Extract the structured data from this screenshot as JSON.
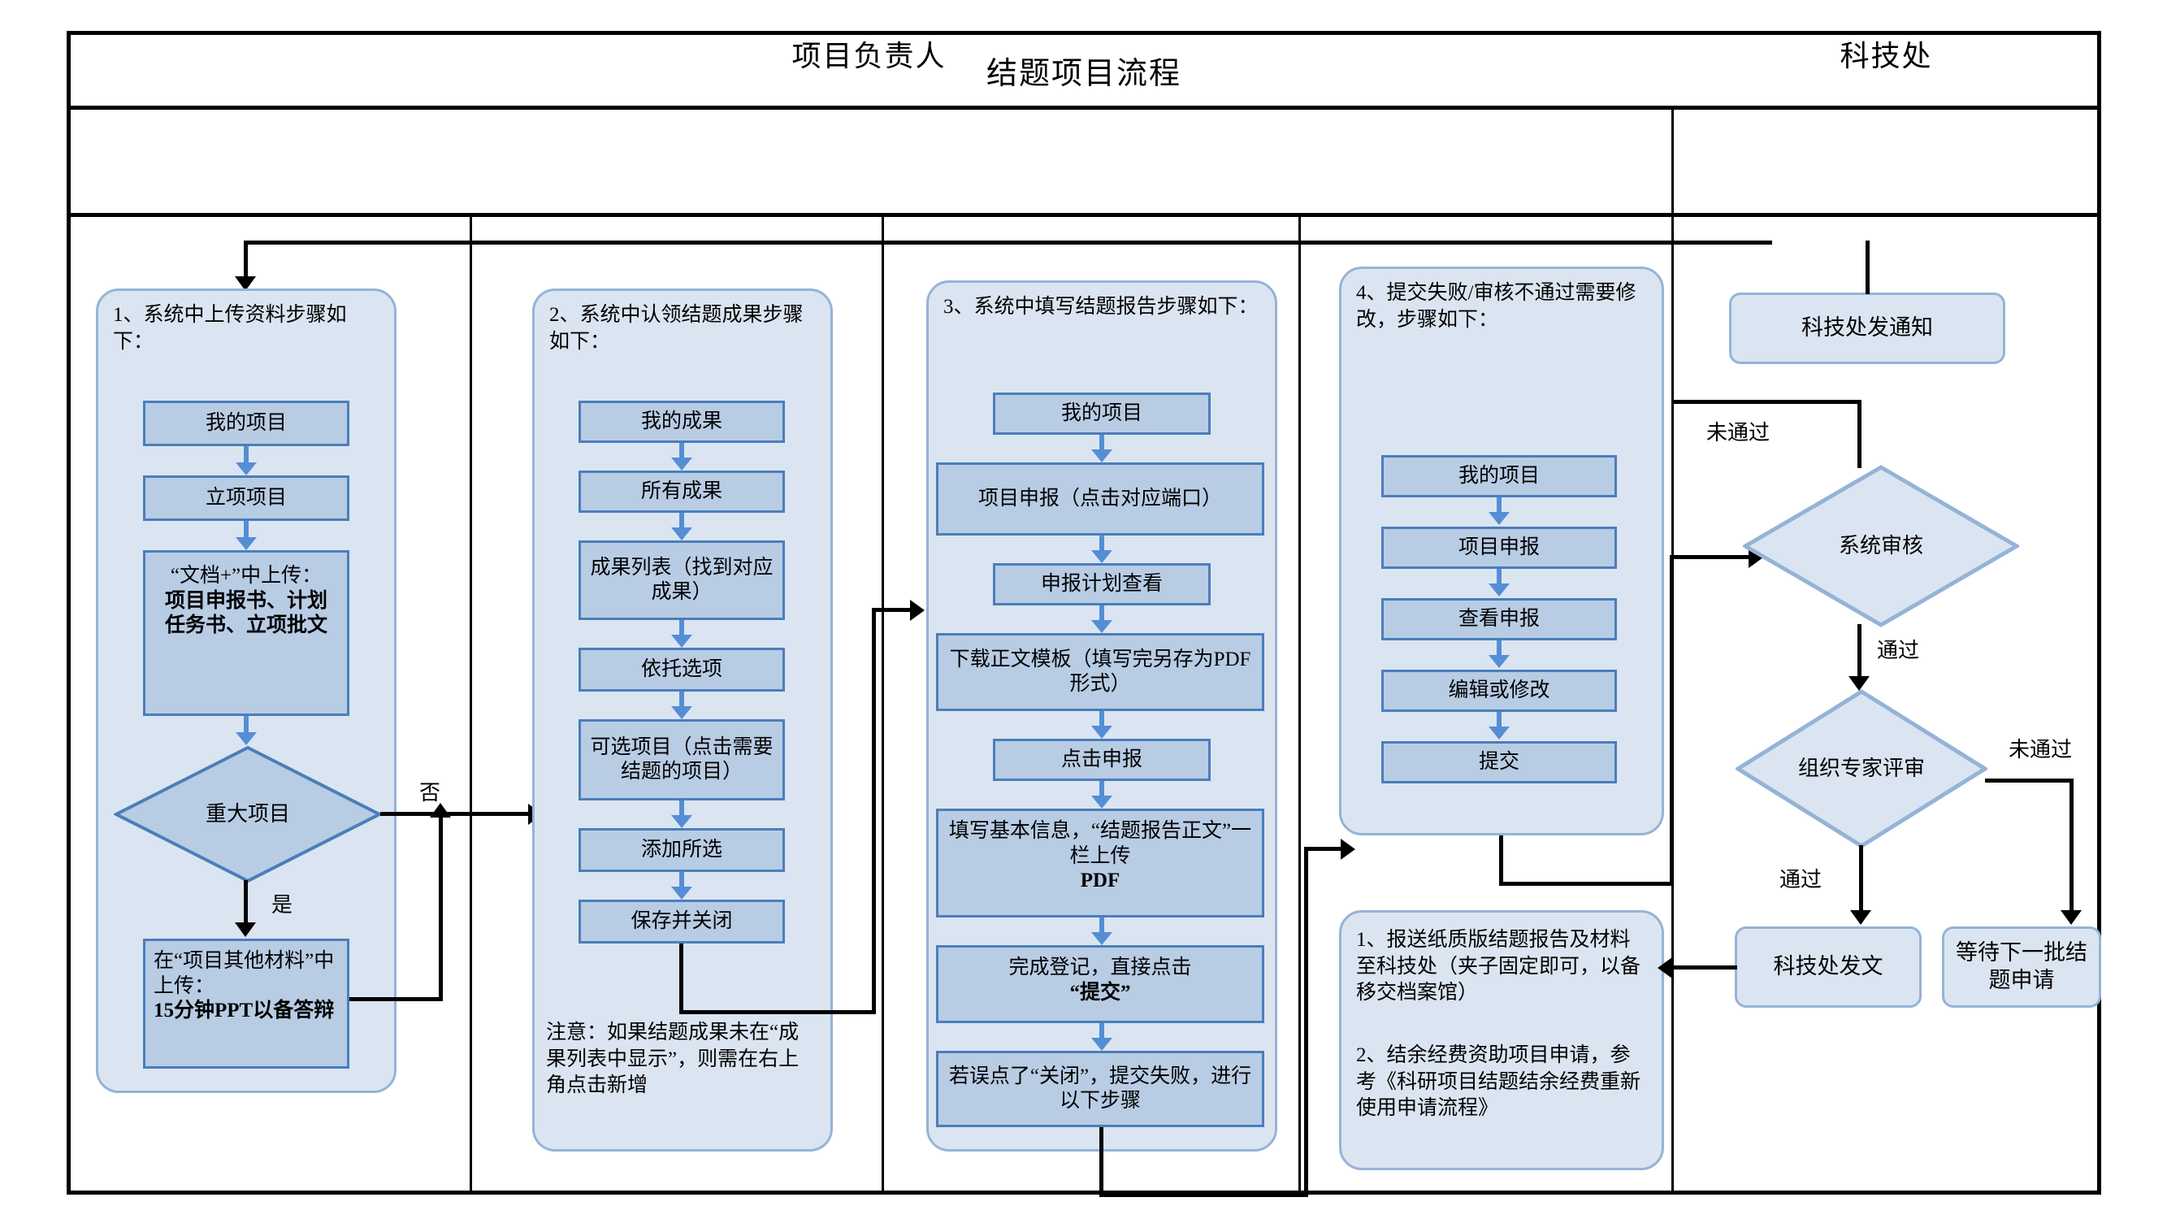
{
  "title": "结题项目流程",
  "lanes": {
    "left": "项目负责人",
    "right": "科技处"
  },
  "colors": {
    "group_fill": "#dbe5f1",
    "group_border": "#95b3d7",
    "box_fill": "#b8cce4",
    "box_border": "#4a7ebb",
    "arrow_blue": "#558ed5",
    "line_black": "#000000"
  },
  "col1": {
    "header": "1、系统中上传资料步骤如下：",
    "steps": [
      "我的项目",
      "立项项目"
    ],
    "upload_box": {
      "plain1": "“文档+”中上传：",
      "bold": "项目申报书、计划任务书、立项批文"
    },
    "decision": "重大项目",
    "yes_label": "是",
    "no_label": "否",
    "final_box": {
      "plain": "在“项目其他材料”中上传：",
      "bold": "15分钟PPT以备答辩"
    }
  },
  "col2": {
    "header": "2、系统中认领结题成果步骤如下：",
    "steps": [
      "我的成果",
      "所有成果",
      "成果列表（找到对应成果）",
      "依托选项",
      "可选项目（点击需要结题的项目）",
      "添加所选",
      "保存并关闭"
    ],
    "note": "注意：如果结题成果未在“成果列表中显示”，则需在右上角点击新增"
  },
  "col3": {
    "header": "3、系统中填写结题报告步骤如下：",
    "steps": [
      "我的项目",
      "项目申报（点击对应端口）",
      "申报计划查看",
      "下载正文模板（填写完另存为PDF形式）",
      "点击申报"
    ],
    "fill_box": {
      "plain": "填写基本信息，“结题报告正文”一栏上传",
      "bold": "PDF"
    },
    "submit_box": {
      "plain": "完成登记，直接点击",
      "bold": "“提交”"
    },
    "fail_box": "若误点了“关闭”，提交失败，进行以下步骤"
  },
  "col4": {
    "header": "4、提交失败/审核不通过需要修改，步骤如下：",
    "steps": [
      "我的项目",
      "项目申报",
      "查看申报",
      "编辑或修改",
      "提交"
    ],
    "notes": [
      "1、报送纸质版结题报告及材料至科技处（夹子固定即可，以备移交档案馆）",
      "2、结余经费资助项目申请，参考《科研项目结题结余经费重新使用申请流程》"
    ]
  },
  "col5": {
    "notify": "科技处发通知",
    "decision1": "系统审核",
    "decision2": "组织专家评审",
    "out_pass": "科技处发文",
    "out_wait": "等待下一批结题申请",
    "labels": {
      "fail1": "未通过",
      "pass1": "通过",
      "fail2": "未通过",
      "pass2": "通过"
    }
  }
}
